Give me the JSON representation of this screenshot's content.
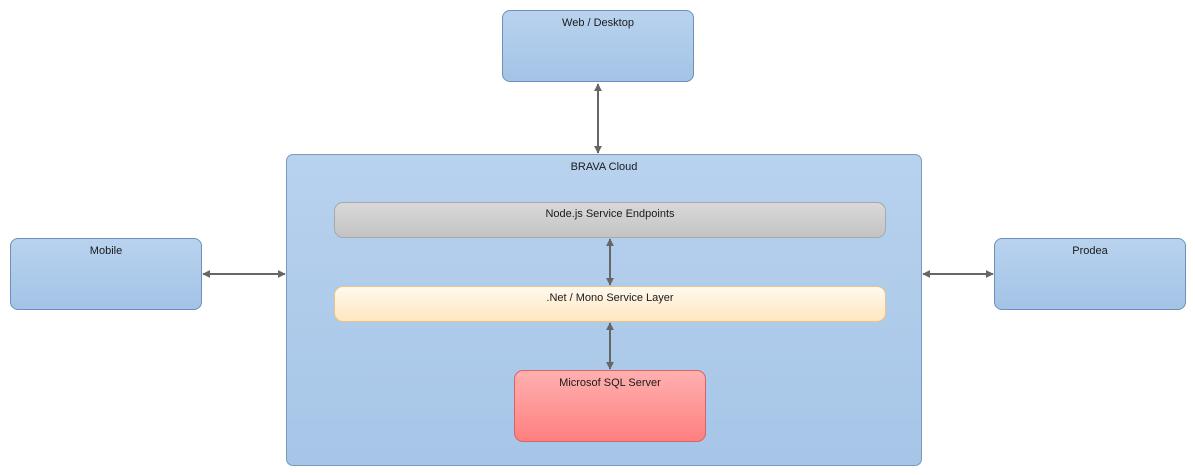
{
  "nodes": {
    "web_desktop": "Web / Desktop",
    "mobile": "Mobile",
    "prodea": "Prodea",
    "brava_cloud": "BRAVA Cloud",
    "node_endpoints": "Node.js Service Endpoints",
    "service_layer": ".Net / Mono Service Layer",
    "sql_server": "Microsof SQL Server"
  },
  "connections": [
    {
      "from": "web_desktop",
      "to": "brava_cloud",
      "direction": "both"
    },
    {
      "from": "mobile",
      "to": "brava_cloud",
      "direction": "both"
    },
    {
      "from": "brava_cloud",
      "to": "prodea",
      "direction": "both"
    },
    {
      "from": "node_endpoints",
      "to": "service_layer",
      "direction": "both"
    },
    {
      "from": "service_layer",
      "to": "sql_server",
      "direction": "both"
    }
  ],
  "colors": {
    "external_fill": "#b9d3ee",
    "cloud_fill": "#a6c5e7",
    "endpoints_fill": "#c9c9c9",
    "service_layer_fill": "#fff0d8",
    "sql_fill": "#ff9a9a",
    "connector": "#666666"
  }
}
